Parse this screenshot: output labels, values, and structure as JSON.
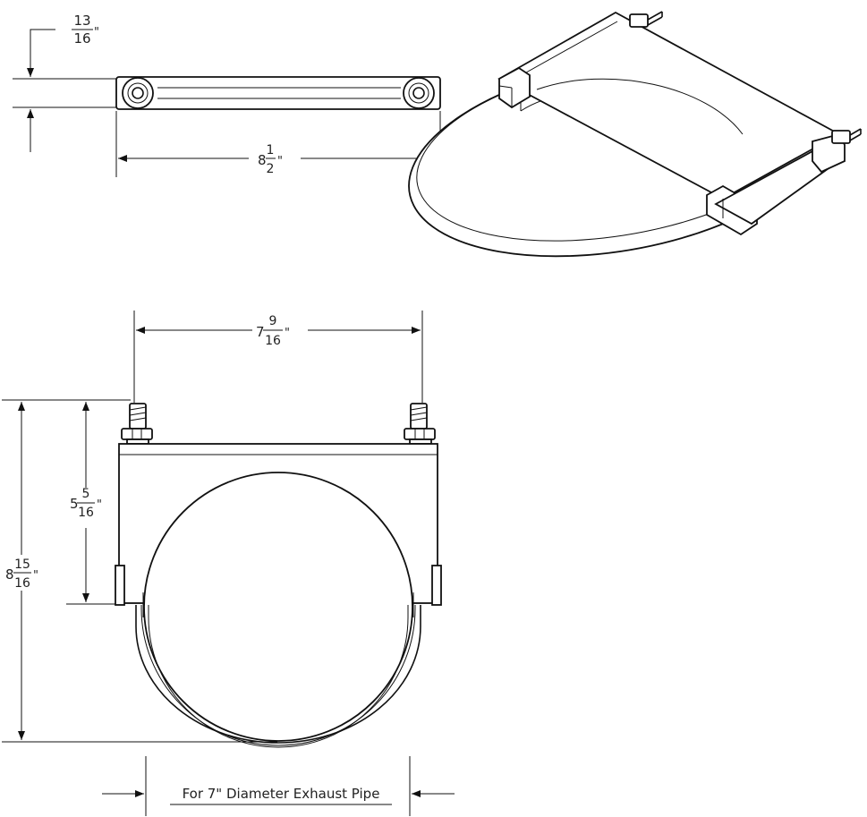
{
  "dimensions": {
    "thickness": {
      "whole": "",
      "num": "13",
      "den": "16",
      "unit": "\""
    },
    "top_length": {
      "whole": "8",
      "num": "1",
      "den": "2",
      "unit": "\""
    },
    "front_width": {
      "whole": "7",
      "num": "9",
      "den": "16",
      "unit": "\""
    },
    "bracket_height": {
      "whole": "5",
      "num": "5",
      "den": "16",
      "unit": "\""
    },
    "overall_height": {
      "whole": "8",
      "num": "15",
      "den": "16",
      "unit": "\""
    }
  },
  "caption": "For 7\" Diameter Exhaust Pipe"
}
